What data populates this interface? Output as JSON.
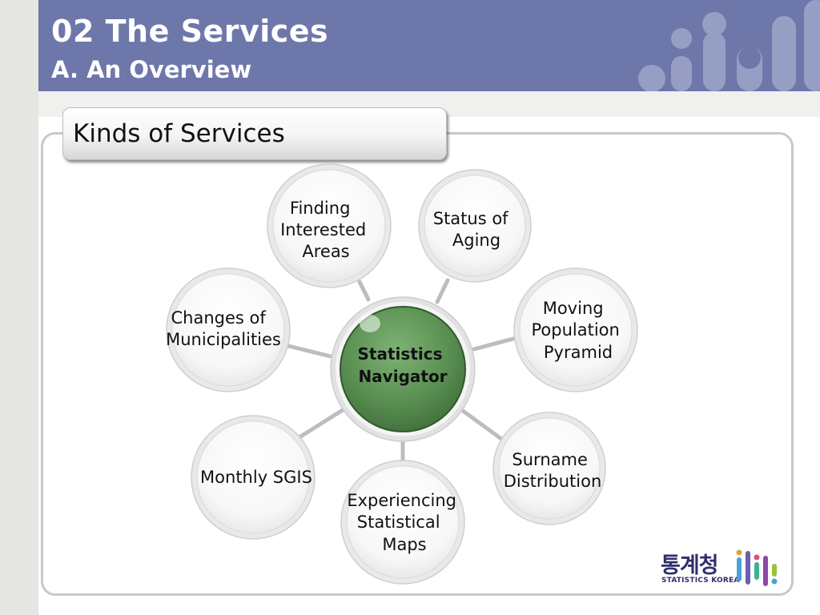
{
  "header": {
    "title": "02 The Services",
    "subtitle": "A. An Overview"
  },
  "section": {
    "title": "Kinds of Services"
  },
  "diagram": {
    "center": {
      "lines": [
        "Statistics",
        "Navigator"
      ],
      "color": "#5a8f52"
    },
    "nodes": [
      {
        "id": "finding-interested-areas",
        "lines": [
          "Finding",
          "Interested",
          "Areas"
        ]
      },
      {
        "id": "status-of-aging",
        "lines": [
          "Status of",
          "Aging"
        ]
      },
      {
        "id": "moving-population-pyramid",
        "lines": [
          "Moving",
          "Population",
          "Pyramid"
        ]
      },
      {
        "id": "surname-distribution",
        "lines": [
          "Surname",
          "Distribution"
        ]
      },
      {
        "id": "experiencing-statistical-maps",
        "lines": [
          "Experiencing",
          "Statistical",
          "Maps"
        ]
      },
      {
        "id": "monthly-sgis",
        "lines": [
          "Monthly SGIS"
        ]
      },
      {
        "id": "changes-of-municipalities",
        "lines": [
          "Changes of",
          "Municipalities"
        ]
      }
    ]
  },
  "logo": {
    "korean": "통계청",
    "english": "STATISTICS KOREA"
  },
  "colors": {
    "header_bg": "#6e77aa",
    "accent": "#5a8f52"
  }
}
